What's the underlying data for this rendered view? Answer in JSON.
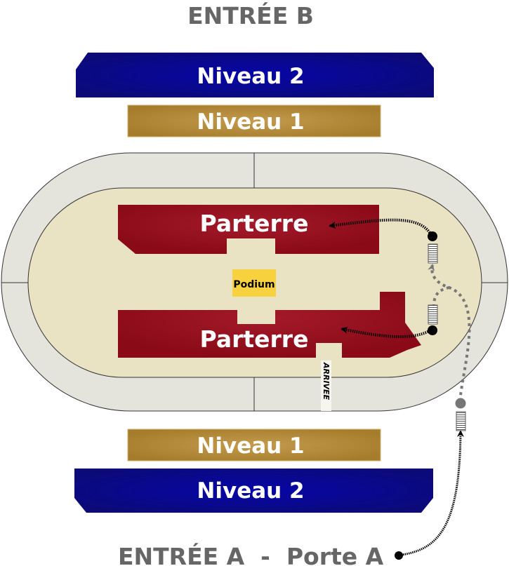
{
  "entrance_b": "ENTRÉE B",
  "entrance_a": "ENTRÉE A  -  Porte A",
  "top_level2": "Niveau 2",
  "top_level1": "Niveau 1",
  "bottom_level1": "Niveau 1",
  "bottom_level2": "Niveau 2",
  "parterre_top": "Parterre",
  "parterre_bottom": "Parterre",
  "podium": "Podium",
  "finish": "ARRIVEE",
  "colors": {
    "level2": "#08089a",
    "level1": "#b08a38",
    "parterre": "#9a1322",
    "podium": "#f7d13e",
    "track": "#e4e3dc",
    "infield": "#eae3c3",
    "entry_text": "#666666"
  }
}
